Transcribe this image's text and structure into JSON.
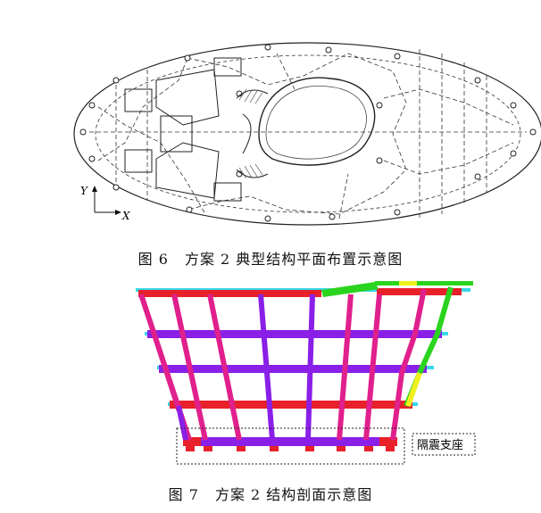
{
  "figures": [
    {
      "number": "图 6",
      "title": "方案 2 典型结构平面布置示意图",
      "axis_labels": {
        "y": "Y",
        "x": "X"
      }
    },
    {
      "number": "图 7",
      "title": "方案 2 结构剖面示意图",
      "annotation": "隔震支座"
    }
  ],
  "colors": {
    "beam_red": "#e8202a",
    "beam_purple": "#8a1fe8",
    "column_magenta": "#e0208c",
    "column_purple": "#8a1fe8",
    "column_green": "#2ad41e",
    "column_yellow": "#f0f020",
    "slab_edge_cyan": "#38d8e8"
  }
}
